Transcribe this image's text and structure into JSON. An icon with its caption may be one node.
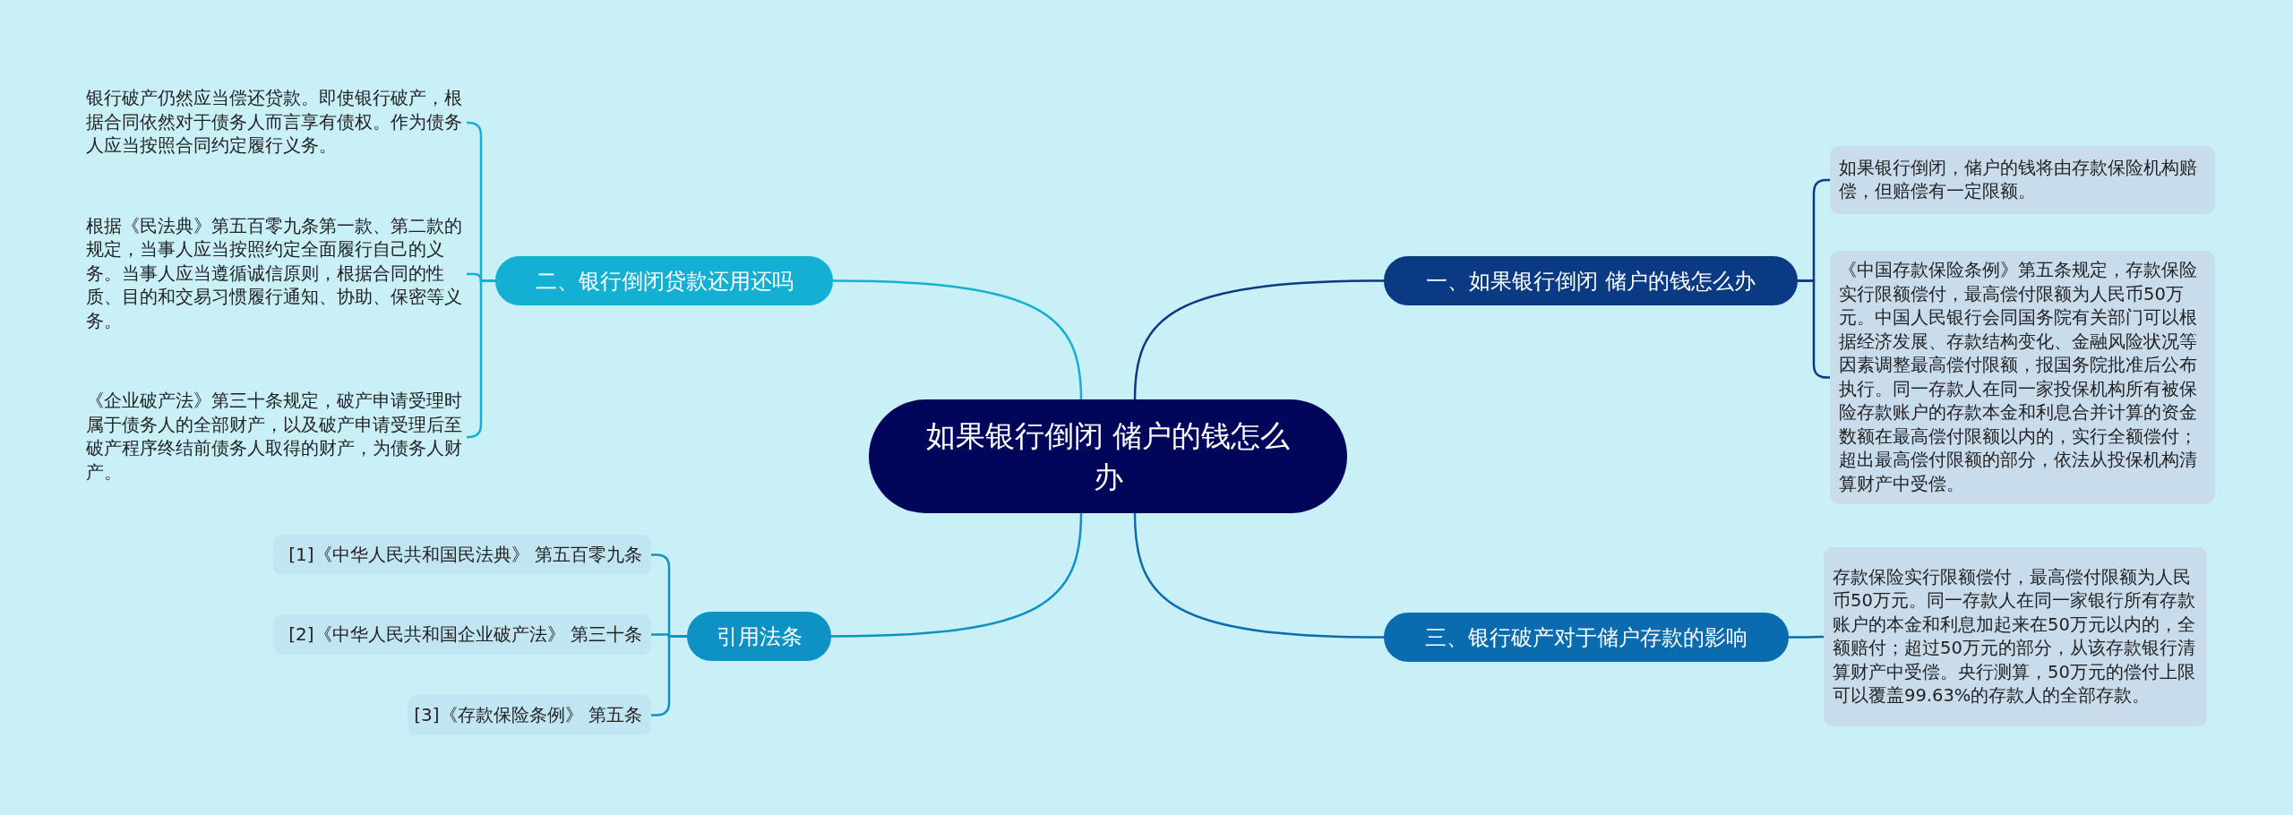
{
  "diagram": {
    "nodes": [
      {
        "text": [
          "如果银行倒闭 储户的钱怎么办"
        ]
      },
      {
        "text": [
          "一、如果银行倒闭 储户的钱怎么办"
        ]
      },
      {
        "text": [
          "如果银行倒闭，储户的钱将由存款保险机构赔偿，但赔偿有一定限额。"
        ]
      },
      {
        "text": [
          "《中国存款保险条例》第五条规定，存款保险实行限额偿付，最高偿付限额为人民币50万元。中国人民银行会同国务院有关部门可以根据经济发展、存款结构变化、金融风险状况等因素调整最高偿付限额，报国务院批准后公布执行。同一存款人在同一家投保机构所有被保险存款账户的存款本金和利息合并计算的资金数额在最高偿付限额以内的，实行全额偿付；超出最高偿付限额的部分，依法从投保机构清算财产中受偿。"
        ]
      },
      {
        "text": [
          "二、银行倒闭贷款还用还吗"
        ]
      },
      {
        "text": [
          "银行破产仍然应当偿还贷款。即使银行破产，根据合同依然对于债务人而言享有债权。作为债务人应当按照合同约定履行义务。"
        ]
      },
      {
        "text": [
          "根据《民法典》第五百零九条第一款、第二款的规定，当事人应当按照约定全面履行自己的义务。当事人应当遵循诚信原则，根据合同的性质、目的和交易习惯履行通知、协助、保密等义务。"
        ]
      },
      {
        "text": [
          "《企业破产法》第三十条规定，破产申请受理时属于债务人的全部财产，以及破产申请受理后至破产程序终结前债务人取得的财产，为债务人财产。"
        ]
      },
      {
        "text": [
          "三、银行破产对于储户存款的影响"
        ]
      },
      {
        "text": [
          "存款保险实行限额偿付，最高偿付限额为人民币50万元。同一存款人在同一家银行所有存款账户的本金和利息加起来在50万元以内的，全额赔付；超过50万元的部分，从该存款银行清算财产中受偿。央行测算，50万元的偿付上限可以覆盖99.63%的存款人的全部存款。"
        ]
      },
      {
        "text": [
          "引用法条"
        ]
      },
      {
        "text": [
          "[1]《中华人民共和国民法典》 第五百零九条"
        ]
      },
      {
        "text": [
          "[2]《中华人民共和国企业破产法》 第三十条"
        ]
      },
      {
        "text": [
          "[3]《存款保险条例》 第五条"
        ]
      }
    ],
    "edges": [
      {
        "from": 0,
        "to": 1,
        "arrow": "none",
        "color": "#0a3a84"
      },
      {
        "from": 1,
        "to": 2,
        "arrow": "none",
        "color": "#0a3a84"
      },
      {
        "from": 1,
        "to": 3,
        "arrow": "none",
        "color": "#0a3a84"
      },
      {
        "from": 0,
        "to": 4,
        "arrow": "none",
        "color": "#14b0d3"
      },
      {
        "from": 4,
        "to": 5,
        "arrow": "none",
        "color": "#14b0d3"
      },
      {
        "from": 4,
        "to": 6,
        "arrow": "none",
        "color": "#14b0d3"
      },
      {
        "from": 4,
        "to": 7,
        "arrow": "none",
        "color": "#14b0d3"
      },
      {
        "from": 0,
        "to": 8,
        "arrow": "none",
        "color": "#0a6cae"
      },
      {
        "from": 8,
        "to": 9,
        "arrow": "none",
        "color": "#0a6cae"
      },
      {
        "from": 0,
        "to": 10,
        "arrow": "none",
        "color": "#0e92c4"
      },
      {
        "from": 10,
        "to": 11,
        "arrow": "none",
        "color": "#0e92c4"
      },
      {
        "from": 10,
        "to": 12,
        "arrow": "none",
        "color": "#0e92c4"
      },
      {
        "from": 10,
        "to": 13,
        "arrow": "none",
        "color": "#0e92c4"
      }
    ]
  }
}
